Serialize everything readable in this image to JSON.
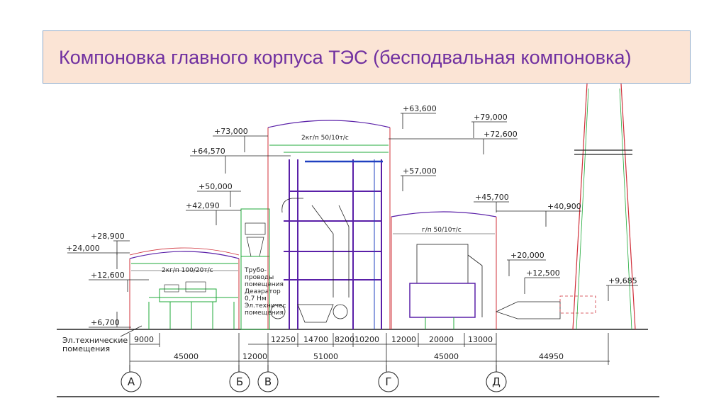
{
  "slide": {
    "title": "Компоновка главного корпуса ТЭС (бесподвальная компоновка)",
    "accent_color": "#7030a0",
    "title_bg": "#fbe4d5"
  },
  "elevations": {
    "e63600": "+63,600",
    "e73000": "+73,000",
    "e79000": "+79,000",
    "e72600": "+72,600",
    "e64570": "+64,570",
    "e57000": "+57,000",
    "e50000": "+50,000",
    "e42090": "+42,090",
    "e45700": "+45,700",
    "e40900": "+40,900",
    "e28900": "+28,900",
    "e24000": "+24,000",
    "e20000": "+20,000",
    "e12600": "+12,600",
    "e12500": "+12,500",
    "e9685": "+9,685",
    "e6700": "+6,700"
  },
  "cranes": {
    "boiler": "2кг/п 50/10т/с",
    "turbine": "2кг/п 100/20т/с",
    "smoke": "г/п 50/10т/с"
  },
  "rooms": {
    "pipeline_1": "Трубо-",
    "pipeline_2": "проводы",
    "pipeline_3": "помещения",
    "deaerator_1": "Деаэратор",
    "deaerator_2": "0,7 Нм",
    "feed_1": "Эл.техничес",
    "feed_2": "помещения"
  },
  "electrical_label_1": "Эл.технические",
  "electrical_label_2": "помещения",
  "dimensions": {
    "d9000": "9000",
    "d45000a": "45000",
    "d12000a": "12000",
    "d12250": "12250",
    "d14700": "14700",
    "d8200": "8200",
    "d10200": "10200",
    "d51000": "51000",
    "d12000b": "12000",
    "d20000": "20000",
    "d13000": "13000",
    "d45000b": "45000",
    "d44950": "44950"
  },
  "axes": [
    "А",
    "Б",
    "В",
    "Г",
    "Д"
  ],
  "colors": {
    "purple": "#5a20a8",
    "green": "#1faa3a",
    "red": "#d0303a",
    "magenta": "#c040b0",
    "dark": "#222222",
    "blue": "#2040c0"
  }
}
